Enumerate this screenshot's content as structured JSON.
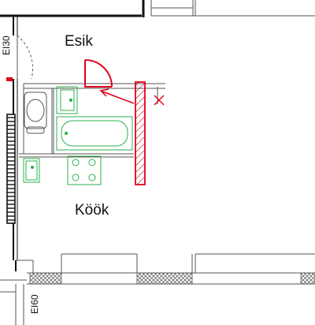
{
  "rooms": {
    "hall": "Esik",
    "kitchen": "Köök"
  },
  "wall_ratings": {
    "left": "EI30",
    "bottom": "EI60"
  },
  "colors": {
    "wall": "#111111",
    "outline": "#555555",
    "fixture": "#2bb24c",
    "markup": "#e0001b",
    "hatch": "#666666"
  },
  "icons": {
    "door": "door-swing-icon",
    "toilet": "toilet-icon",
    "bathtub": "bathtub-icon",
    "washbasin": "washbasin-icon",
    "kitchen_sink": "kitchen-sink-icon",
    "stove": "stove-icon",
    "radiator": "radiator-icon",
    "removed_wall": "removed-wall-icon",
    "move_arrow": "arrow-icon",
    "removal_mark": "x-mark-icon"
  }
}
